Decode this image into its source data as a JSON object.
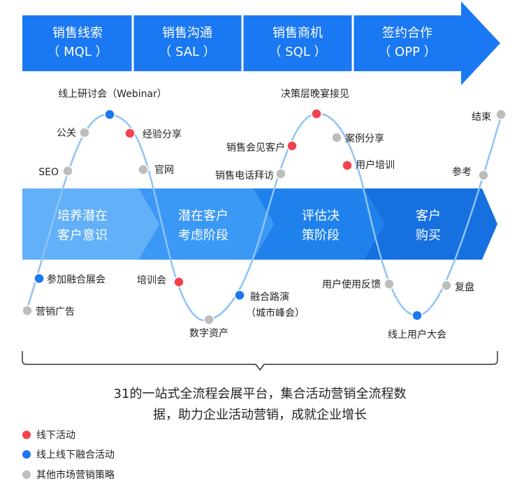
{
  "funnel_stages": [
    {
      "line1": "销售线索",
      "line2": "（ MQL ）"
    },
    {
      "line1": "销售沟通",
      "line2": "（ SAL ）"
    },
    {
      "line1": "销售商机",
      "line2": "（ SQL ）"
    },
    {
      "line1": "签约合作",
      "line2": "（ OPP ）"
    }
  ],
  "journey_stages": [
    {
      "line1": "培养潜在",
      "line2": "客户意识"
    },
    {
      "line1": "潜在客户",
      "line2": "考虑阶段"
    },
    {
      "line1": "评估决",
      "line2": "策阶段"
    },
    {
      "line1": "客户",
      "line2": "购买"
    }
  ],
  "touchpoints": [
    {
      "id": "yingxiao-guanggao",
      "label": "营销广告",
      "type": "other"
    },
    {
      "id": "canjia-ronghe-zhanhui",
      "label": "参加融合展会",
      "type": "hybrid"
    },
    {
      "id": "seo",
      "label": "SEO",
      "type": "other"
    },
    {
      "id": "gongguan",
      "label": "公关",
      "type": "other"
    },
    {
      "id": "xianshang-yantaohui",
      "label": "线上研讨会（Webinar）",
      "type": "hybrid"
    },
    {
      "id": "jingyan-fenxiang",
      "label": "经验分享",
      "type": "offline"
    },
    {
      "id": "guanwang",
      "label": "官网",
      "type": "other"
    },
    {
      "id": "peixunhui",
      "label": "培训会",
      "type": "offline"
    },
    {
      "id": "shuzi-zichan",
      "label": "数字资产",
      "type": "other"
    },
    {
      "id": "ronghe-luyan",
      "label": "融合路演",
      "sublabel": "（城市峰会）",
      "type": "hybrid"
    },
    {
      "id": "xiaoshou-dianhua-baifang",
      "label": "销售电话拜访",
      "type": "other"
    },
    {
      "id": "xiaoshou-huijian-kehu",
      "label": "销售会见客户",
      "type": "offline"
    },
    {
      "id": "juecengceng-wanyan",
      "label": "决策层晚宴接见",
      "type": "offline"
    },
    {
      "id": "anli-fenxiang",
      "label": "案例分享",
      "type": "other"
    },
    {
      "id": "yonghu-peixun",
      "label": "用户培训",
      "type": "offline"
    },
    {
      "id": "yonghu-shiyong-fankui",
      "label": "用户使用反馈",
      "type": "other"
    },
    {
      "id": "xianshang-yonghu-dahui",
      "label": "线上用户大会",
      "type": "hybrid"
    },
    {
      "id": "fupan",
      "label": "复盘",
      "type": "other"
    },
    {
      "id": "cankao",
      "label": "参考",
      "type": "other"
    },
    {
      "id": "jieshu",
      "label": "结束",
      "type": "other"
    }
  ],
  "summary": {
    "line1": "31的一站式全流程会展平台，集合活动营销全流程数",
    "line2": "据，助力企业活动营销，成就企业增长"
  },
  "legend": [
    {
      "type": "offline",
      "label": "线下活动"
    },
    {
      "type": "hybrid",
      "label": "线上线下融合活动"
    },
    {
      "type": "other",
      "label": "其他市场营销策略"
    }
  ],
  "colors": {
    "offline": "#f2434f",
    "hybrid": "#1a78f2",
    "other": "#bdbdbd",
    "curve": "#8fc3f7",
    "funnel_bar": "#1a78f2",
    "stage_1": "#62b0f8",
    "stage_2": "#3c98f5",
    "stage_3": "#1f82ec",
    "stage_4": "#1670e0"
  }
}
